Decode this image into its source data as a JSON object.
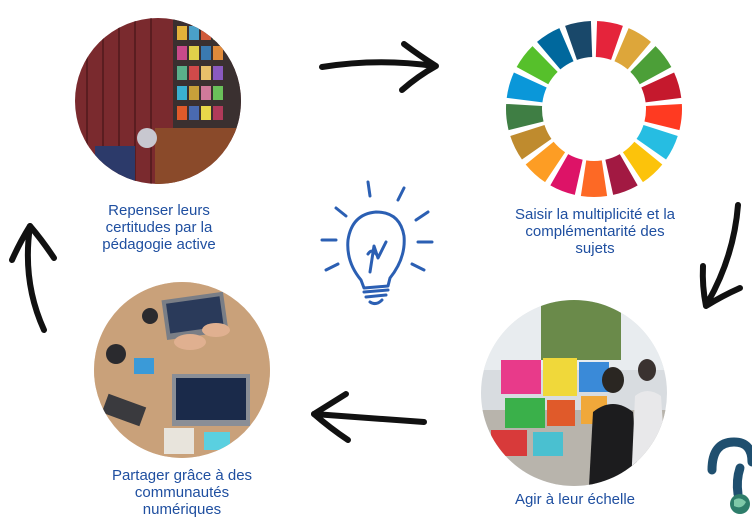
{
  "steps": [
    {
      "id": "step1",
      "label_lines": [
        "Repenser leurs",
        "certitudes par la",
        "pédagogie active"
      ]
    },
    {
      "id": "step2",
      "label_lines": [
        "Saisir la multiplicité et la",
        "complémentarité des",
        "sujets"
      ]
    },
    {
      "id": "step3",
      "label_lines": [
        "Agir à leur échelle"
      ]
    },
    {
      "id": "step4",
      "label_lines": [
        "Partager grâce à des",
        "communautés",
        "numériques"
      ]
    }
  ],
  "colors": {
    "label_text": "#1f4fa0",
    "arrow": "#111111",
    "bulb": "#2b5fb3",
    "corner_logo": "#1f4f6f"
  },
  "sdg_wheel_colors": [
    "#E5243B",
    "#DDA63A",
    "#4C9F38",
    "#C5192D",
    "#FF3A21",
    "#26BDE2",
    "#FCC30B",
    "#A21942",
    "#FD6925",
    "#DD1367",
    "#FD9D24",
    "#BF8B2E",
    "#3F7E44",
    "#0A97D9",
    "#56C02B",
    "#00689D",
    "#19486A"
  ],
  "icons": [
    "lightbulb-icon",
    "arrow-right-icon",
    "arrow-down-icon",
    "arrow-left-icon",
    "arrow-up-icon"
  ]
}
